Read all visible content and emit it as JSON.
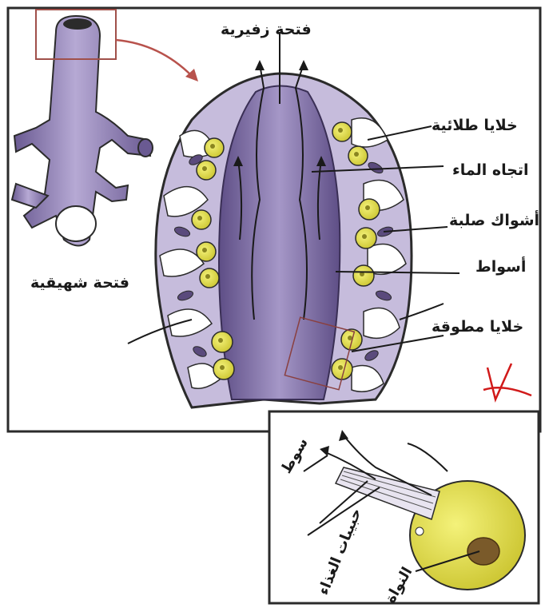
{
  "diagram": {
    "labels": {
      "osculum": "فتحة زفيرية",
      "ostium": "فتحة شهيقية",
      "epithelial_cells": "خلايا طلائية",
      "water_direction": "اتجاه الماء",
      "spicules": "أشواك صلبة",
      "flagella": "أسواط",
      "collar_cells": "خلايا مطوقة"
    },
    "inset_labels": {
      "flagellum": "سوط",
      "food_particles": "حبيبات الغذاء",
      "nucleus": "النواة"
    },
    "colors": {
      "body_purple": "#8f7fb4",
      "body_dark": "#4a3d6b",
      "cell_yellow": "#e3e04a",
      "border": "#2b2b2b",
      "annotation_red": "#d11a1a"
    }
  }
}
